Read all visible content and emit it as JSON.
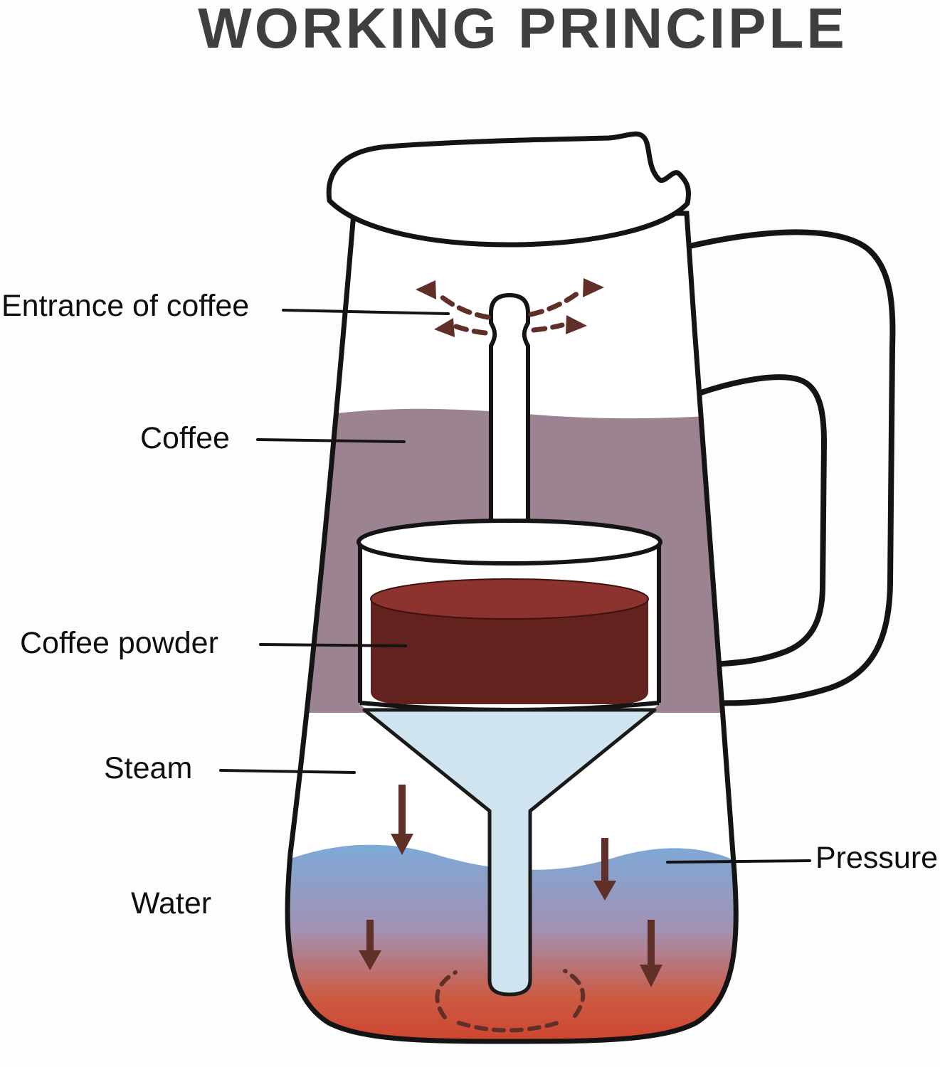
{
  "title": "WORKING PRINCIPLE",
  "labels": {
    "entrance_of_coffee": "Entrance of coffee",
    "coffee": "Coffee",
    "coffee_powder": "Coffee powder",
    "steam": "Steam",
    "water": "Water",
    "pressure": "Pressure"
  },
  "colors": {
    "title_text": "#3f3f3f",
    "outline": "#141414",
    "label_text": "#0e0e0e",
    "coffee_region": "#9c8391",
    "coffee_powder_top": "#8c3330",
    "coffee_powder_body": "#63221d",
    "funnel_blue": "#cfe4ef",
    "water_top_blue": "#7babd9",
    "water_mid_violet": "#a391b3",
    "water_low_red": "#cc5b43",
    "water_bottom_red": "#ce452f",
    "arrow_maroon": "#5f2f28"
  }
}
